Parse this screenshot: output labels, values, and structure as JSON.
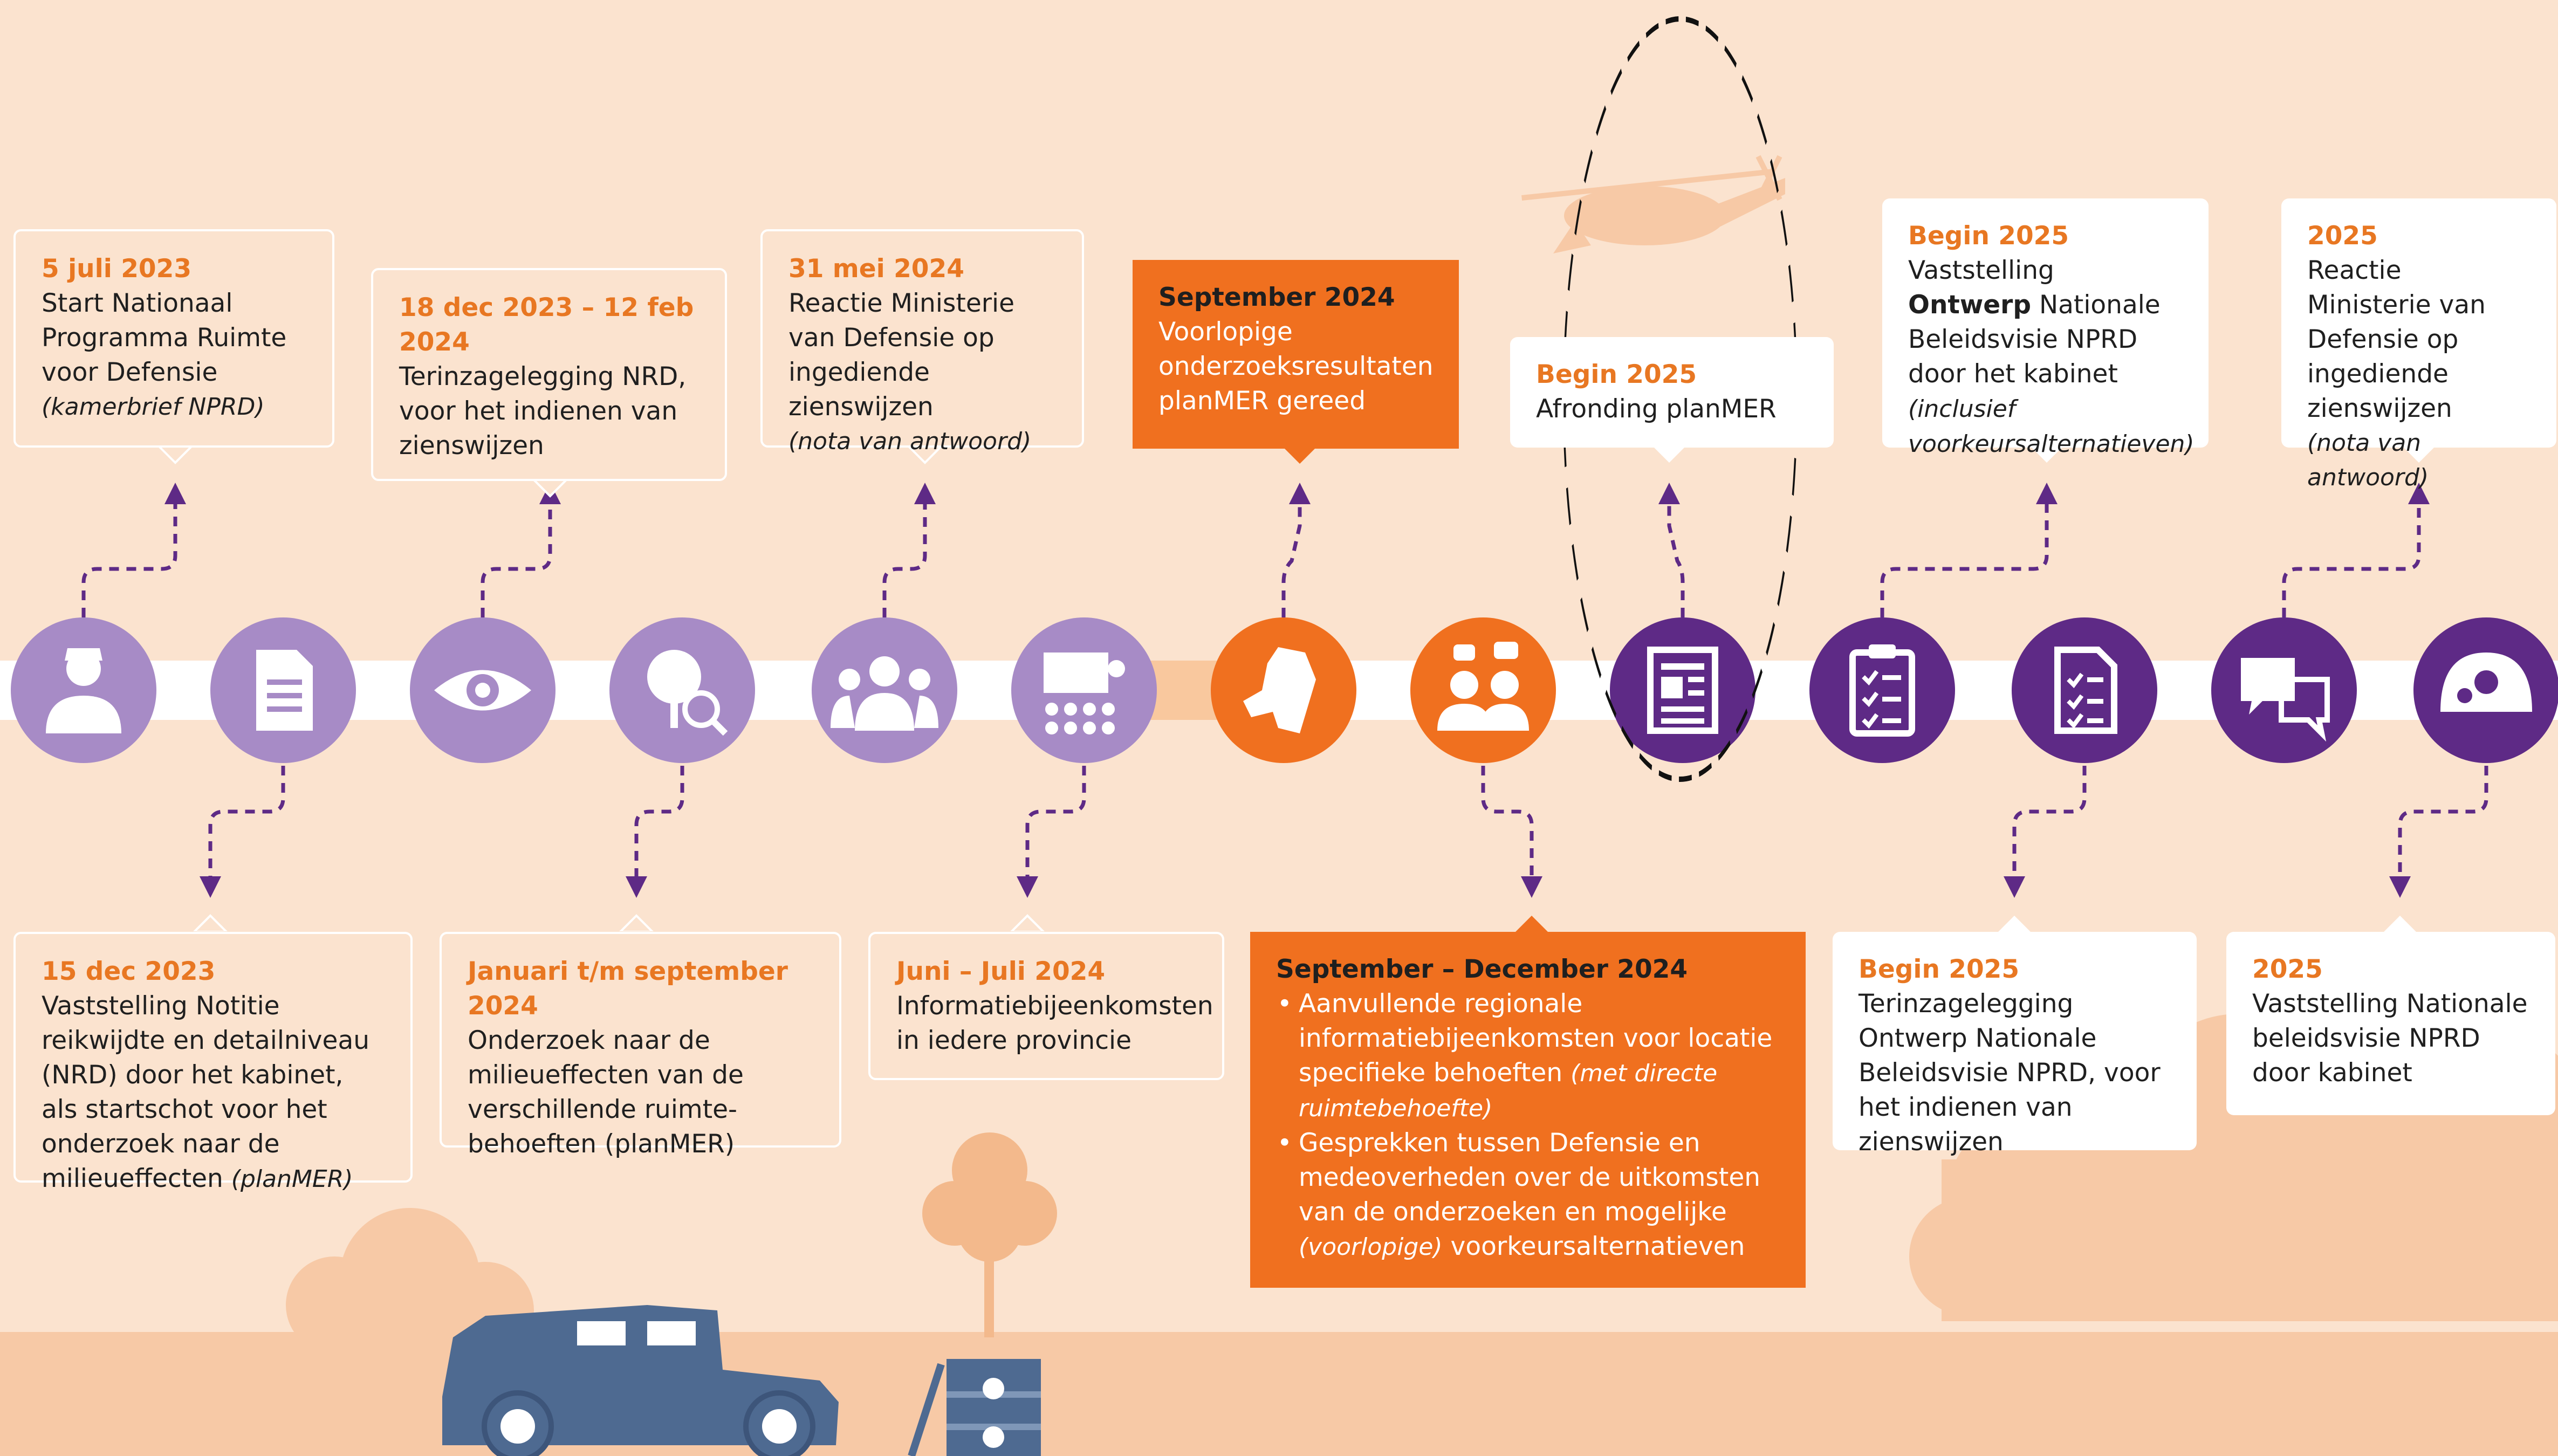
{
  "timeline": {
    "top_boxes": [
      {
        "id": "t1",
        "date": "5 juli 2023",
        "body": "Start Nationaal Programma Ruimte voor Defensie",
        "note": "(kamerbrief NPRD)"
      },
      {
        "id": "t2",
        "date": "18 dec 2023 – 12 feb 2024",
        "body": "Terinzagelegging NRD, voor het indienen van zienswijzen",
        "note": ""
      },
      {
        "id": "t3",
        "date": "31 mei 2024",
        "body": "Reactie Ministerie van Defensie op ingediende zienswijzen",
        "note": "(nota van antwoord)"
      },
      {
        "id": "t4",
        "date": "September 2024",
        "body": "Voorlopige onderzoeksresultaten planMER gereed",
        "note": ""
      },
      {
        "id": "t5",
        "date": "Begin 2025",
        "body": "Afronding planMER",
        "note": ""
      },
      {
        "id": "t6",
        "date": "Begin 2025",
        "body_pre": "Vaststelling ",
        "body_bold": "Ontwerp",
        "body_post": " Nationale Beleidsvisie NPRD door het kabinet ",
        "note": "(inclusief voorkeursalternatieven)"
      },
      {
        "id": "t7",
        "date": "2025",
        "body": "Reactie Ministerie van Defensie op ingediende zienswijzen",
        "note": "(nota van antwoord)"
      }
    ],
    "bottom_boxes": [
      {
        "id": "b1",
        "date": "15 dec 2023",
        "body": "Vaststelling Notitie reikwijdte en detailniveau (NRD) door het kabinet, als startschot voor het onderzoek naar de milieueffecten ",
        "note": "(planMER)"
      },
      {
        "id": "b2",
        "date": "Januari t/m september 2024",
        "body": "Onderzoek naar de milieueffecten van de verschillende ruimte-behoeften (planMER)",
        "note": ""
      },
      {
        "id": "b3",
        "date": "Juni – Juli 2024",
        "body": "Informatiebijeenkomsten in iedere provincie",
        "note": ""
      },
      {
        "id": "b4",
        "date": "September – December 2024",
        "bullets": [
          {
            "text": "Aanvullende regionale informatiebijeenkomsten voor locatie specifieke behoeften",
            "note": "(met directe ruimtebehoefte)"
          },
          {
            "pre": "Gesprekken tussen Defensie en medeoverheden over de uitkomsten van de onderzoeken en mogelijke ",
            "note": "(voorlopige)",
            "post": " voorkeursalternatieven"
          }
        ]
      },
      {
        "id": "b5",
        "date": "Begin 2025",
        "body": "Terinzagelegging Ontwerp Nationale Beleidsvisie NPRD, voor het indienen van zienswijzen",
        "note": ""
      },
      {
        "id": "b6",
        "date": "2025",
        "body": "Vaststelling Nationale beleidsvisie NPRD door kabinet",
        "note": ""
      }
    ],
    "milestones": [
      {
        "icon": "soldier-icon",
        "color": "#a78bc6"
      },
      {
        "icon": "document-icon",
        "color": "#a78bc6"
      },
      {
        "icon": "eye-icon",
        "color": "#a78bc6"
      },
      {
        "icon": "tree-magnifier-icon",
        "color": "#a78bc6"
      },
      {
        "icon": "soldiers-group-icon",
        "color": "#a78bc6"
      },
      {
        "icon": "presentation-icon",
        "color": "#a78bc6"
      },
      {
        "icon": "netherlands-map-icon",
        "color": "#f0701f"
      },
      {
        "icon": "people-talking-icon",
        "color": "#f0701f"
      },
      {
        "icon": "report-icon",
        "color": "#5e2a86"
      },
      {
        "icon": "clipboard-checklist-icon",
        "color": "#5e2a86"
      },
      {
        "icon": "checklist-document-icon",
        "color": "#5e2a86"
      },
      {
        "icon": "speech-bubbles-icon",
        "color": "#5e2a86"
      },
      {
        "icon": "helmet-icon",
        "color": "#5e2a86"
      }
    ]
  },
  "colors": {
    "background": "#fbe3cf",
    "orange": "#f0701f",
    "date_orange": "#e87722",
    "light_purple": "#a78bc6",
    "dark_purple": "#5e2a86",
    "arrow": "#5e2a86",
    "ground": "#f7c9a6",
    "vehicle": "#4e6a91"
  }
}
